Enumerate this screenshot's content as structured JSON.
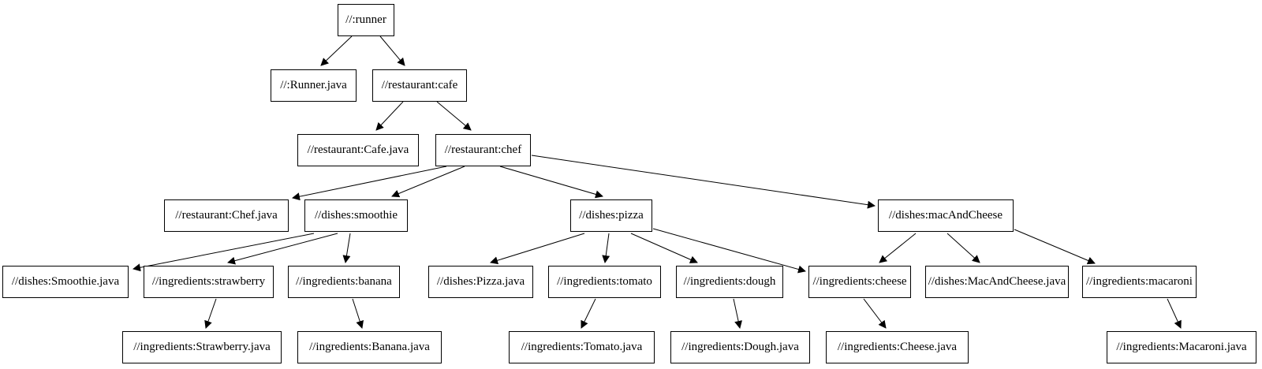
{
  "diagram": {
    "type": "dependency-graph",
    "nodes": [
      {
        "id": "runner",
        "label": "//:runner"
      },
      {
        "id": "Runner.java",
        "label": "//:Runner.java"
      },
      {
        "id": "cafe",
        "label": "//restaurant:cafe"
      },
      {
        "id": "Cafe.java",
        "label": "//restaurant:Cafe.java"
      },
      {
        "id": "chef",
        "label": "//restaurant:chef"
      },
      {
        "id": "Chef.java",
        "label": "//restaurant:Chef.java"
      },
      {
        "id": "smoothie",
        "label": "//dishes:smoothie"
      },
      {
        "id": "pizza",
        "label": "//dishes:pizza"
      },
      {
        "id": "macAndCheese",
        "label": "//dishes:macAndCheese"
      },
      {
        "id": "Smoothie.java",
        "label": "//dishes:Smoothie.java"
      },
      {
        "id": "strawberry",
        "label": "//ingredients:strawberry"
      },
      {
        "id": "banana",
        "label": "//ingredients:banana"
      },
      {
        "id": "Pizza.java",
        "label": "//dishes:Pizza.java"
      },
      {
        "id": "tomato",
        "label": "//ingredients:tomato"
      },
      {
        "id": "dough",
        "label": "//ingredients:dough"
      },
      {
        "id": "cheese",
        "label": "//ingredients:cheese"
      },
      {
        "id": "MacAndCheese.java",
        "label": "//dishes:MacAndCheese.java"
      },
      {
        "id": "macaroni",
        "label": "//ingredients:macaroni"
      },
      {
        "id": "Strawberry.java",
        "label": "//ingredients:Strawberry.java"
      },
      {
        "id": "Banana.java",
        "label": "//ingredients:Banana.java"
      },
      {
        "id": "Tomato.java",
        "label": "//ingredients:Tomato.java"
      },
      {
        "id": "Dough.java",
        "label": "//ingredients:Dough.java"
      },
      {
        "id": "Cheese.java",
        "label": "//ingredients:Cheese.java"
      },
      {
        "id": "Macaroni.java",
        "label": "//ingredients:Macaroni.java"
      }
    ],
    "edges": [
      {
        "from": "runner",
        "to": "Runner.java"
      },
      {
        "from": "runner",
        "to": "cafe"
      },
      {
        "from": "cafe",
        "to": "Cafe.java"
      },
      {
        "from": "cafe",
        "to": "chef"
      },
      {
        "from": "chef",
        "to": "Chef.java"
      },
      {
        "from": "chef",
        "to": "smoothie"
      },
      {
        "from": "chef",
        "to": "pizza"
      },
      {
        "from": "chef",
        "to": "macAndCheese"
      },
      {
        "from": "smoothie",
        "to": "Smoothie.java"
      },
      {
        "from": "smoothie",
        "to": "strawberry"
      },
      {
        "from": "smoothie",
        "to": "banana"
      },
      {
        "from": "strawberry",
        "to": "Strawberry.java"
      },
      {
        "from": "banana",
        "to": "Banana.java"
      },
      {
        "from": "pizza",
        "to": "Pizza.java"
      },
      {
        "from": "pizza",
        "to": "tomato"
      },
      {
        "from": "pizza",
        "to": "dough"
      },
      {
        "from": "pizza",
        "to": "cheese"
      },
      {
        "from": "tomato",
        "to": "Tomato.java"
      },
      {
        "from": "dough",
        "to": "Dough.java"
      },
      {
        "from": "cheese",
        "to": "Cheese.java"
      },
      {
        "from": "macAndCheese",
        "to": "cheese"
      },
      {
        "from": "macAndCheese",
        "to": "MacAndCheese.java"
      },
      {
        "from": "macAndCheese",
        "to": "macaroni"
      },
      {
        "from": "macaroni",
        "to": "Macaroni.java"
      }
    ]
  }
}
